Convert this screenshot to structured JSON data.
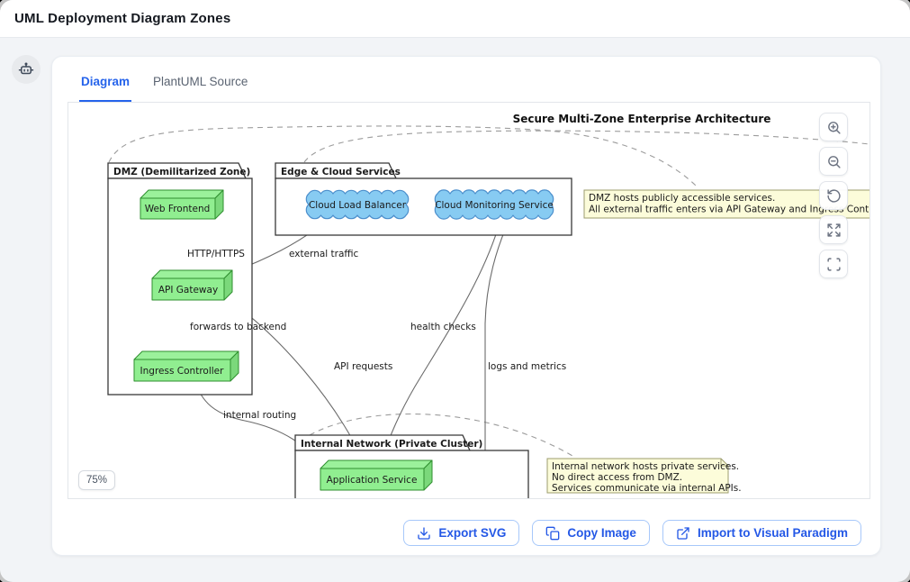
{
  "window": {
    "title": "UML Deployment Diagram Zones"
  },
  "tabs": {
    "diagram": "Diagram",
    "source": "PlantUML Source"
  },
  "zoom": {
    "level": "75%"
  },
  "zoom_controls": {
    "zoom_in": "zoom-in",
    "zoom_out": "zoom-out",
    "reset": "reset-view",
    "expand": "expand",
    "fullscreen": "fullscreen"
  },
  "actions": {
    "export_svg": "Export SVG",
    "copy_image": "Copy Image",
    "import_vp": "Import to Visual Paradigm"
  },
  "diagram": {
    "title": "Secure Multi-Zone Enterprise Architecture",
    "packages": {
      "dmz": "DMZ (Demilitarized Zone)",
      "edge": "Edge & Cloud Services",
      "internal": "Internal Network (Private Cluster)"
    },
    "nodes": {
      "web_frontend": "Web Frontend",
      "api_gateway": "API Gateway",
      "ingress": "Ingress Controller",
      "app_service": "Application Service"
    },
    "clouds": {
      "load_balancer": "Cloud Load Balancer",
      "monitoring": "Cloud Monitoring Service"
    },
    "edge_labels": {
      "http": "HTTP/HTTPS",
      "external": "external traffic",
      "forwards": "forwards to backend",
      "health": "health checks",
      "api": "API requests",
      "logs": "logs and metrics",
      "routing": "internal routing"
    },
    "notes": {
      "dmz_line1": "DMZ hosts publicly accessible services.",
      "dmz_line2": "All external traffic enters via API Gateway and Ingress Controller",
      "internal_line1": "Internal network hosts private services.",
      "internal_line2": "No direct access from DMZ.",
      "internal_line3": "Services communicate via internal APIs."
    }
  },
  "colors": {
    "accent_blue": "#2563EB",
    "node_green": "#90EE90",
    "cloud_blue": "#87CBF2",
    "note_yellow": "#FCFCDA"
  }
}
